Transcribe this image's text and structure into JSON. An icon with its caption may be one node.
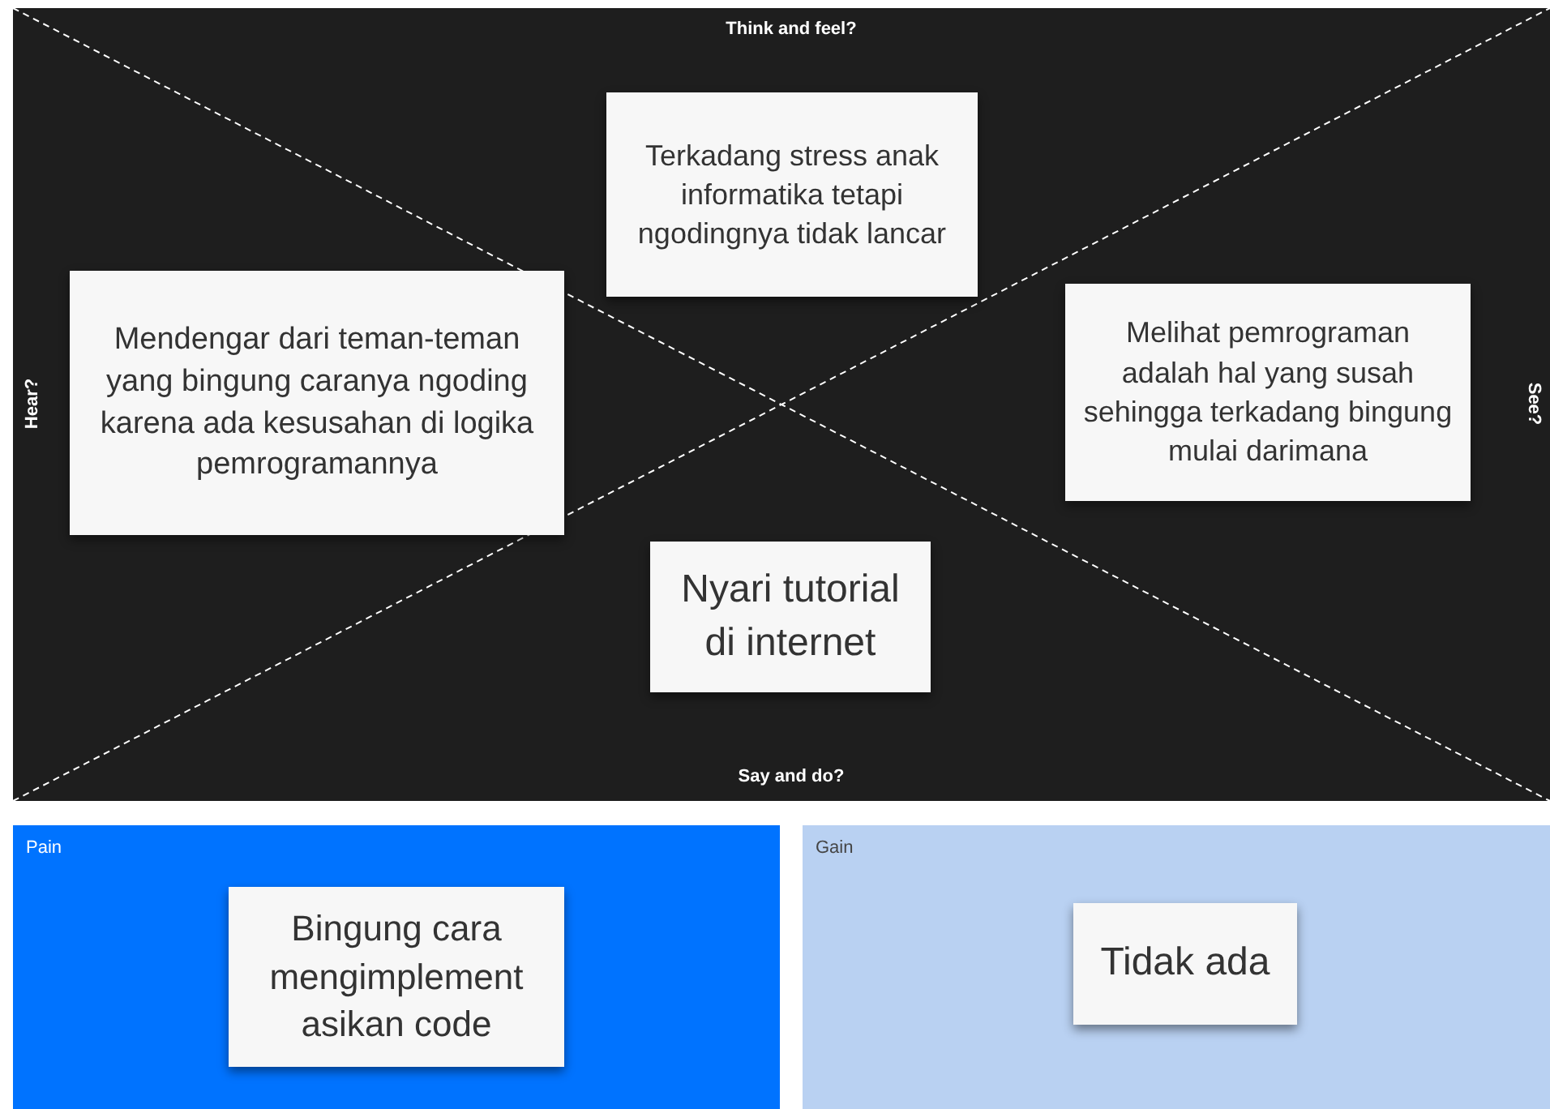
{
  "diagram": {
    "nodes": [
      {
        "text": [
          "Terkadang stress anak informatika tetapi ngodingnya tidak lancar"
        ]
      },
      {
        "text": [
          "Mendengar dari teman-teman yang bingung caranya ngoding karena ada kesusahan di logika pemrogramannya"
        ]
      },
      {
        "text": [
          "Melihat pemrograman adalah hal yang susah sehingga terkadang bingung mulai darimana"
        ]
      },
      {
        "text": [
          "Nyari tutorial di internet"
        ]
      },
      {
        "text": [
          "Pain"
        ]
      },
      {
        "text": [
          "Bingung cara mengimplement asikan code"
        ],
        "in": 4
      },
      {
        "text": [
          "Gain"
        ]
      },
      {
        "text": [
          "Tidak ada"
        ],
        "in": 6
      }
    ],
    "edges": [],
    "labels": [
      "Think and feel?",
      "Hear?",
      "See?",
      "Say and do?"
    ]
  }
}
